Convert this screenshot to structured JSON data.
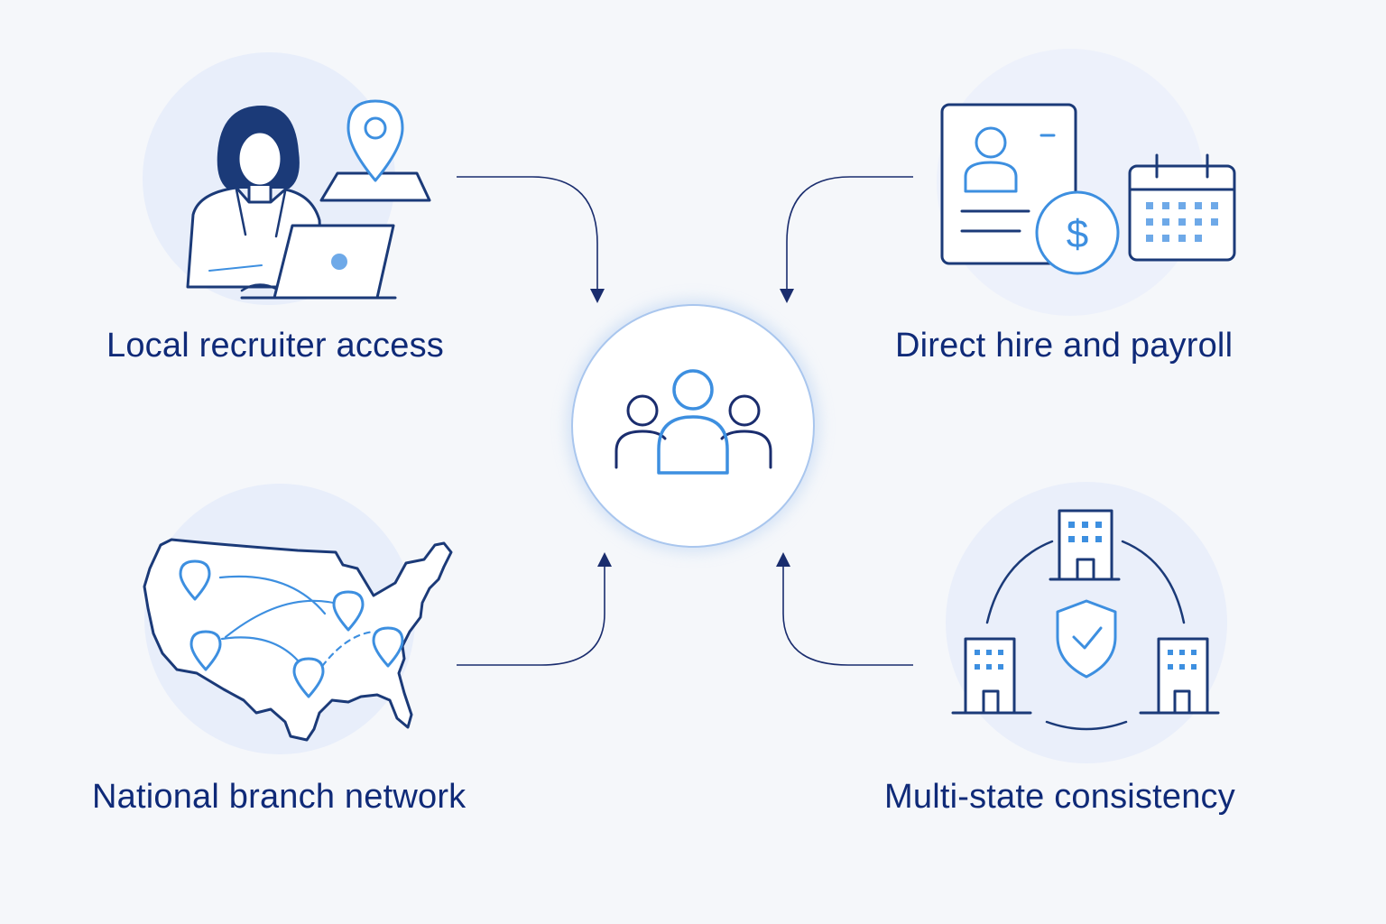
{
  "diagram": {
    "center": {
      "icon": "team-icon"
    },
    "nodes": [
      {
        "id": "local",
        "label": "Local recruiter access",
        "icon": "recruiter-laptop-location-icon"
      },
      {
        "id": "payroll",
        "label": "Direct hire and payroll",
        "icon": "resume-dollar-calendar-icon"
      },
      {
        "id": "branch",
        "label": "National branch network",
        "icon": "us-map-pins-icon"
      },
      {
        "id": "consistency",
        "label": "Multi-state consistency",
        "icon": "buildings-shield-icon"
      }
    ]
  },
  "colors": {
    "background": "#f5f7fa",
    "navy": "#0f2a78",
    "accent": "#3d8fe0",
    "halo": "#e8eefa"
  }
}
